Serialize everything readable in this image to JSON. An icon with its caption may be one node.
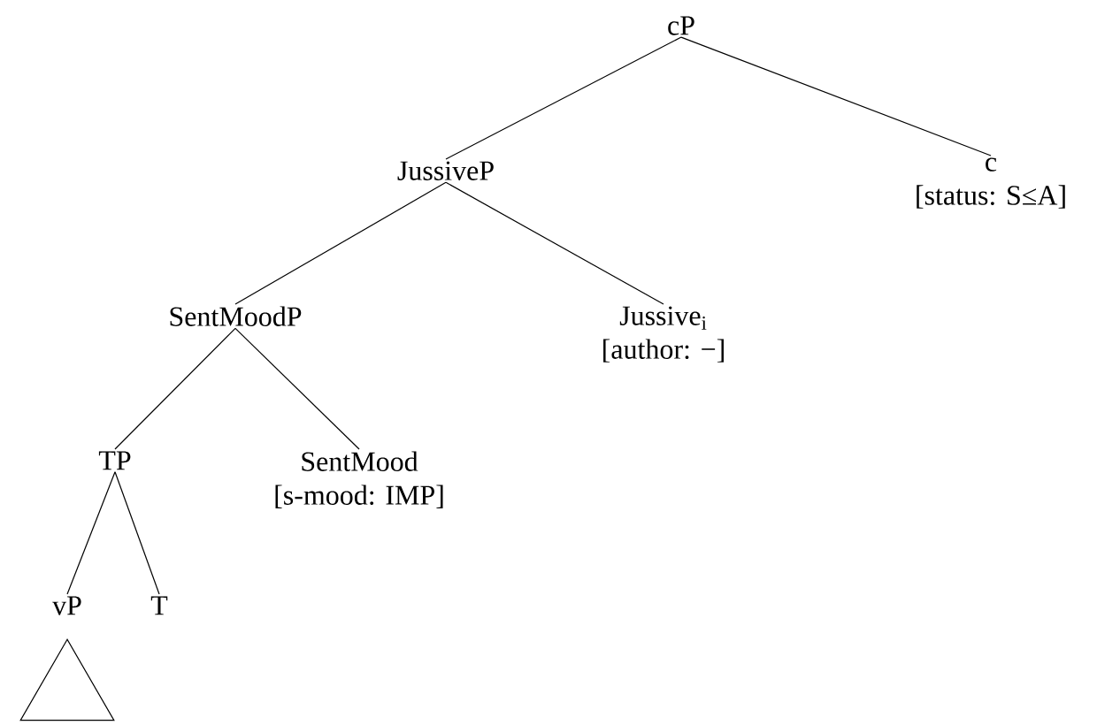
{
  "diagram": {
    "nodes": [
      {
        "text": [
          "cP"
        ]
      },
      {
        "text": [
          "JussiveP"
        ]
      },
      {
        "text": [
          "c",
          "[status: S≤A]"
        ]
      },
      {
        "text": [
          "SentMoodP"
        ]
      },
      {
        "text": [
          "Jussive$_{i}$",
          "[author: −]"
        ]
      },
      {
        "text": [
          "TP"
        ]
      },
      {
        "text": [
          "SentMood",
          "[s-mood: IMP]"
        ]
      },
      {
        "text": [
          "vP"
        ]
      },
      {
        "text": [
          "T"
        ]
      },
      {
        "text": [],
        "shape": "triangle"
      }
    ],
    "edges": [
      {
        "from": 0,
        "to": 1,
        "arrow": "none"
      },
      {
        "from": 0,
        "to": 2,
        "arrow": "none"
      },
      {
        "from": 1,
        "to": 3,
        "arrow": "none"
      },
      {
        "from": 1,
        "to": 4,
        "arrow": "none"
      },
      {
        "from": 3,
        "to": 5,
        "arrow": "none"
      },
      {
        "from": 3,
        "to": 6,
        "arrow": "none"
      },
      {
        "from": 5,
        "to": 7,
        "arrow": "none"
      },
      {
        "from": 5,
        "to": 8,
        "arrow": "none"
      }
    ]
  }
}
